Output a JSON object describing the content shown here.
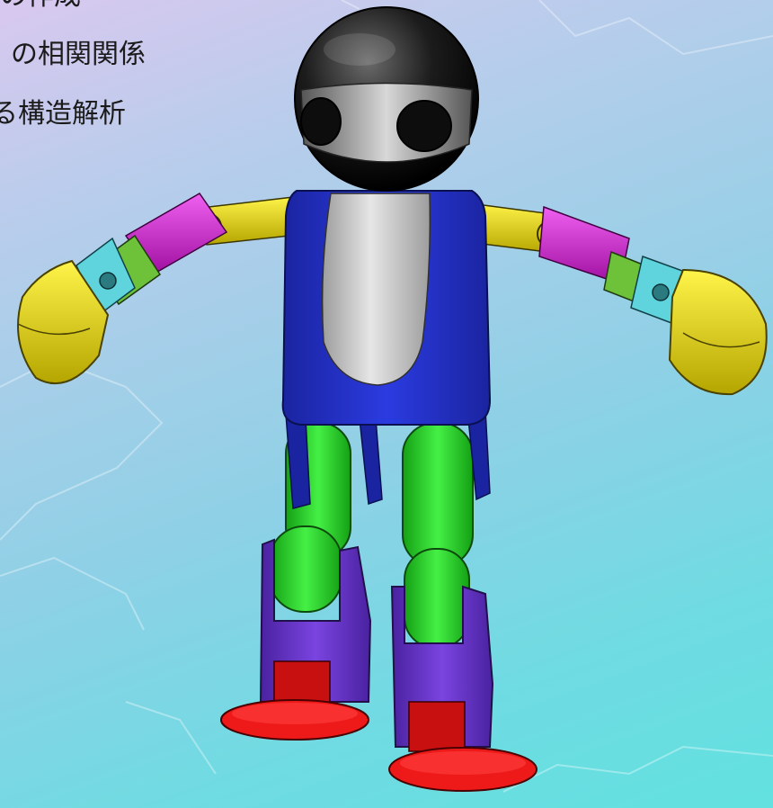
{
  "caption": {
    "lines": [
      "の作成",
      "の相関関係",
      "る構造解析"
    ]
  },
  "figure": {
    "subject": "robot-3d-cad-model",
    "colors": {
      "head": "#141414",
      "face": "#c9c9c9",
      "torso": "#2331c9",
      "belly": "#cfcfcf",
      "upper_arm": "#e6d600",
      "elbow": "#d21ed6",
      "wrist": "#5fd4dc",
      "forearm_joint": "#6ec23a",
      "hand": "#e8e21a",
      "leg": "#22dd22",
      "ankle": "#6633cc",
      "foot_block": "#cc1111",
      "foot_base": "#ee1111"
    }
  }
}
